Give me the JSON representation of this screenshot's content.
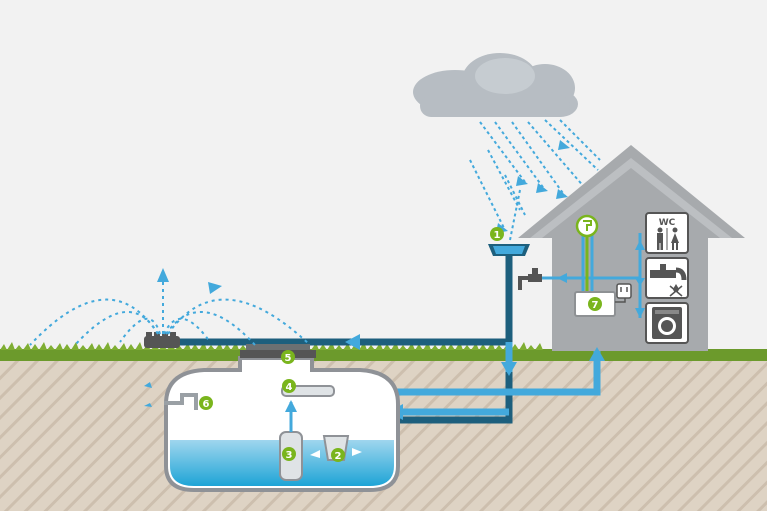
{
  "colors": {
    "sky": "#f1f1f1",
    "soil": "#ded3c4",
    "soil_hatch": "#cfc2b1",
    "grass": "#6c9a2c",
    "house": "#a7aaad",
    "house_dark": "#8e9194",
    "water_light": "#52b5e0",
    "water_dark": "#1d5f7d",
    "water_pipe_blue": "#43a9dc",
    "badge_green": "#7ab51d",
    "cloud": "#b7bdc3",
    "tank_outline": "#8f9297"
  },
  "badges": [
    {
      "id": "1",
      "label": "1"
    },
    {
      "id": "2",
      "label": "2"
    },
    {
      "id": "3",
      "label": "3"
    },
    {
      "id": "4",
      "label": "4"
    },
    {
      "id": "5",
      "label": "5"
    },
    {
      "id": "6",
      "label": "6"
    },
    {
      "id": "7",
      "label": "7"
    }
  ],
  "icons": {
    "wc": {
      "label": "WC",
      "icon": "toilet-people-icon"
    },
    "tap": {
      "icon": "faucet-icon"
    },
    "washer": {
      "icon": "washing-machine-icon"
    },
    "drinking": {
      "icon": "drinking-water-icon"
    },
    "plug": {
      "icon": "power-plug-icon"
    }
  }
}
